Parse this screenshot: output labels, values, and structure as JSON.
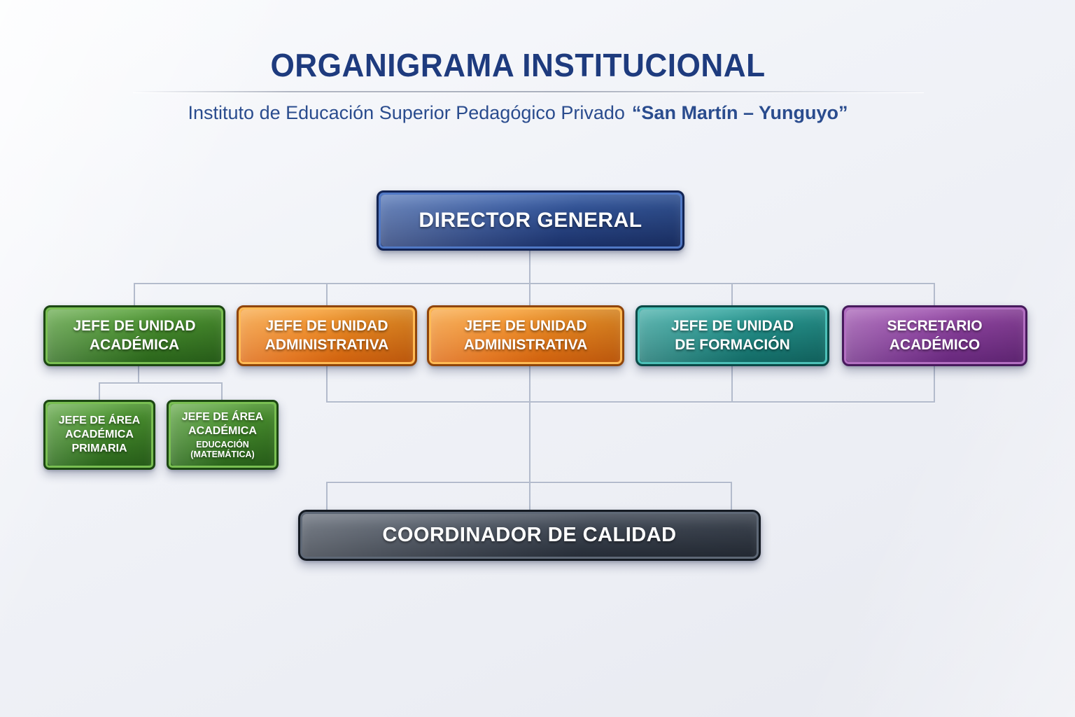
{
  "header": {
    "title": "ORGANIGRAMA INSTITUCIONAL",
    "subtitle": "Instituto de Educación Superior Pedagógico Privado",
    "subtitle_emphasis": "“San Martín – Yunguyo”"
  },
  "palette": {
    "title_text": "#1e3b7e",
    "subtitle_text": "#2a4c8e",
    "connector_line": "#b3bbcc",
    "background": "#eef0f6"
  },
  "nodes": {
    "director": {
      "label": "DIRECTOR GENERAL",
      "colors": {
        "top": "#3c63ae",
        "bottom": "#1c336e",
        "border": "#132453",
        "inner": "#5078c5"
      }
    },
    "unidad_academica": {
      "label": "JEFE DE UNIDAD\nACADÉMICA",
      "colors": {
        "top": "#55a236",
        "bottom": "#2c6a1c",
        "border": "#1c4713",
        "inner": "#79bf52"
      }
    },
    "unidad_administrativa_1": {
      "label": "JEFE DE UNIDAD\nADMINISTRATIVA",
      "colors": {
        "top": "#f79c2b",
        "bottom": "#dd660e",
        "border": "#90450a",
        "inner": "#ffbb55"
      }
    },
    "unidad_administrativa_2": {
      "label": "JEFE DE UNIDAD\nADMINISTRATIVA",
      "colors": {
        "top": "#f79c2b",
        "bottom": "#dd660e",
        "border": "#90450a",
        "inner": "#ffbb55"
      }
    },
    "unidad_formacion": {
      "label": "JEFE DE UNIDAD\nDE FORMACIÓN",
      "colors": {
        "top": "#2ca49d",
        "bottom": "#13706b",
        "border": "#0a4a47",
        "inner": "#4cc0b8"
      }
    },
    "secretario_academico": {
      "label": "SECRETARIO\nACADÉMICO",
      "colors": {
        "top": "#9c4cad",
        "bottom": "#6d2a84",
        "border": "#471a5c",
        "inner": "#b370c2"
      }
    },
    "area_primaria": {
      "label": "JEFE DE ÁREA\nACADÉMICA\nPRIMARIA",
      "colors": {
        "top": "#55a236",
        "bottom": "#2c6a1c",
        "border": "#1c4713",
        "inner": "#79bf52"
      }
    },
    "area_matematica": {
      "label": "JEFE DE ÁREA\nACADÉMICA",
      "sublabel": "EDUCACIÓN\n(MATEMÁTICA)",
      "colors": {
        "top": "#55a236",
        "bottom": "#2c6a1c",
        "border": "#1c4713",
        "inner": "#79bf52"
      }
    },
    "coordinador_calidad": {
      "label": "COORDINADOR DE CALIDAD",
      "colors": {
        "top": "#4e5765",
        "bottom": "#272e39",
        "border": "#151b23",
        "inner": "#5e6876"
      }
    }
  }
}
